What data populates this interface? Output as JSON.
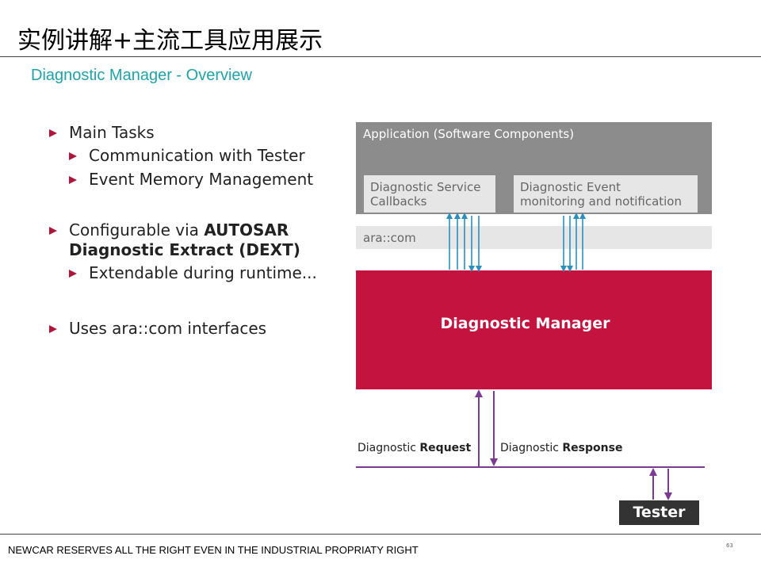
{
  "header": {
    "title": "实例讲解+主流工具应用展示",
    "subtitle": "Diagnostic Manager - Overview"
  },
  "bullets": {
    "main_tasks": "Main Tasks",
    "communication": "Communication with Tester",
    "event_memory": "Event Memory Management",
    "configurable_prefix": "Configurable via ",
    "configurable_bold1": "AUTOSAR",
    "configurable_bold2": "Diagnostic Extract (DEXT)",
    "extendable": "Extendable during runtime...",
    "uses": "Uses ara::com interfaces"
  },
  "diagram": {
    "application_title": "Application (Software Components)",
    "service_callbacks_line1": "Diagnostic Service",
    "service_callbacks_line2": "Callbacks",
    "event_monitoring_line1": "Diagnostic Event",
    "event_monitoring_line2": "monitoring and notification",
    "aracom": "ara::com",
    "diagnostic_manager": "Diagnostic Manager",
    "request_prefix": "Diagnostic ",
    "request_bold": "Request",
    "response_prefix": "Diagnostic ",
    "response_bold": "Response",
    "tester": "Tester",
    "colors": {
      "application": "#8c8c8c",
      "callback_box": "#e6e6e6",
      "diagnostic_manager": "#c4133e",
      "api_arrows": "#2a8fbf",
      "bus_arrows": "#7b3b93",
      "tester": "#333333"
    }
  },
  "footer": {
    "text": "NEWCAR RESERVES ALL THE RIGHT EVEN IN THE INDUSTRIAL PROPRIATY RIGHT",
    "page": "63"
  },
  "colors": {
    "accent": "#1fa3a9",
    "bullet": "#b0153c"
  }
}
